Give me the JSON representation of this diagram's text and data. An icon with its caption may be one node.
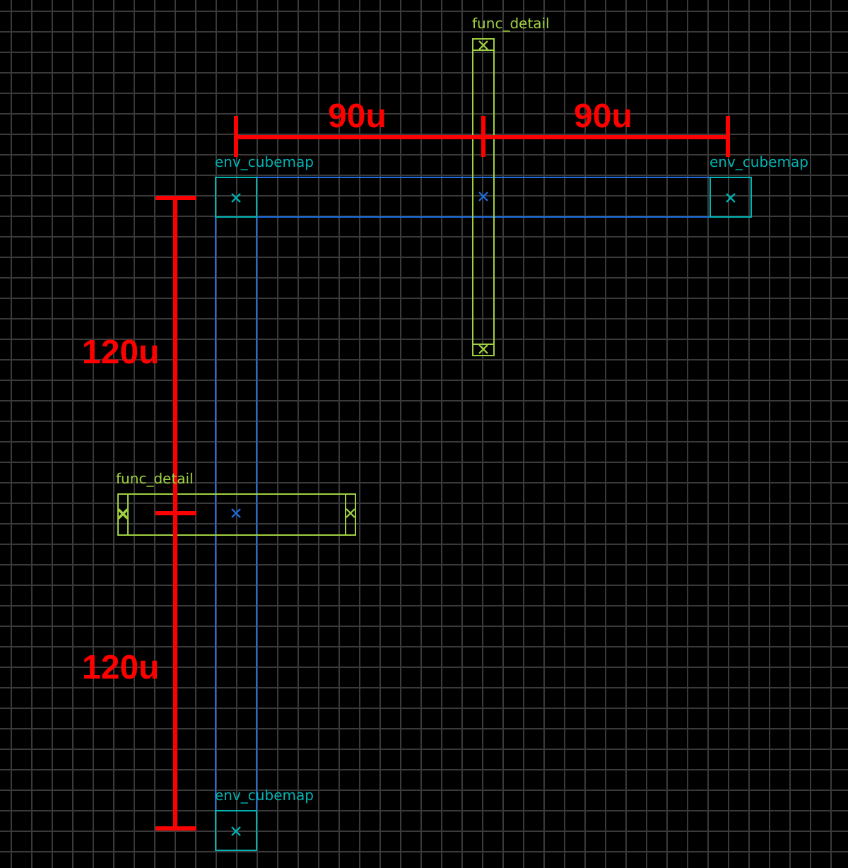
{
  "diagram": {
    "nodes": [
      {
        "text": [
          "func_detail"
        ]
      },
      {
        "text": [
          "env_cubemap"
        ]
      },
      {
        "text": [
          "env_cubemap"
        ]
      },
      {
        "text": [
          "func_detail"
        ]
      },
      {
        "text": [
          "env_cubemap"
        ]
      }
    ],
    "labels": [
      "90u",
      "90u",
      "120u",
      "120u"
    ]
  }
}
